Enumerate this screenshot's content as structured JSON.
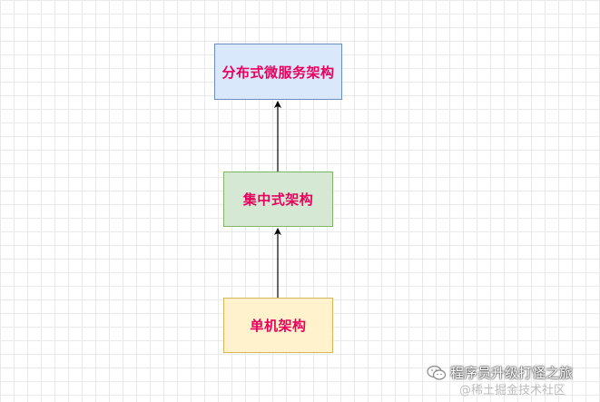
{
  "diagram": {
    "nodes": {
      "distributed": {
        "label": "分布式微服务架构"
      },
      "centralized": {
        "label": "集中式架构"
      },
      "monolith": {
        "label": "单机架构"
      }
    },
    "edges": [
      {
        "from": "monolith",
        "to": "centralized"
      },
      {
        "from": "centralized",
        "to": "distributed"
      }
    ],
    "label_color": "#e8005c",
    "fills": {
      "blue": "#dae8fc",
      "green": "#d5e8d4",
      "yellow": "#fff2cc"
    }
  },
  "watermark": {
    "icon": "wechat-icon",
    "title": "程序员升级打怪之旅",
    "subtitle": "@稀土掘金技术社区"
  }
}
